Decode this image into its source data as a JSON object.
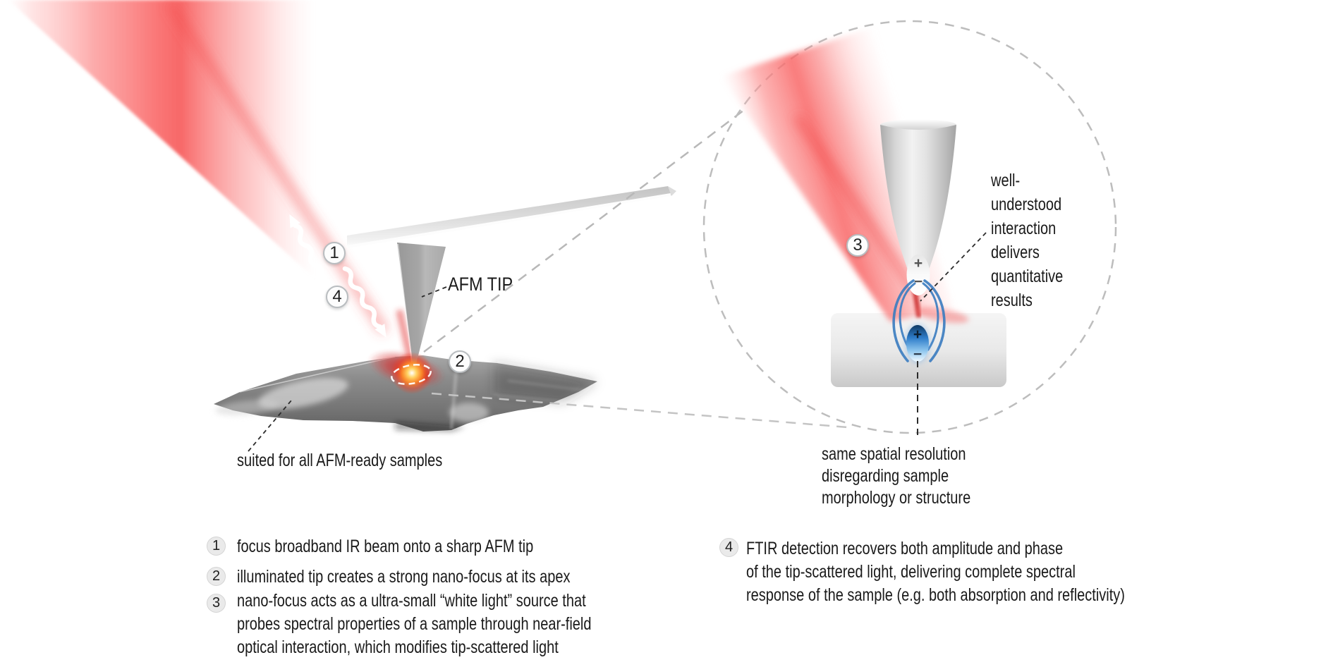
{
  "figure": {
    "afm_tip_label": "AFM TIP",
    "suited_caption": "suited for all AFM-ready samples",
    "well_caption": "well-\nunderstood\ninteraction\ndelivers\nquantitative\nresults",
    "same_caption": "same spatial resolution\ndisregarding sample\nmorphology or structure",
    "markers": {
      "beam_in": "1",
      "nano_focus": "2",
      "interaction": "3",
      "detection": "4"
    },
    "charges": {
      "plus": "+",
      "minus": "−"
    }
  },
  "legend": {
    "items": [
      {
        "num": "1",
        "text": "focus broadband IR beam onto a sharp AFM tip"
      },
      {
        "num": "2",
        "text": "illuminated tip creates a strong nano-focus at its apex"
      },
      {
        "num": "3",
        "text": "nano-focus acts as a ultra-small “white light” source that\nprobes spectral properties of a sample through near-field\noptical interaction, which modifies tip-scattered light"
      },
      {
        "num": "4",
        "text": "FTIR detection recovers both amplitude and phase\nof the tip-scattered light, delivering complete spectral\nresponse of the sample (e.g. both absorption and reflectivity)"
      }
    ]
  },
  "colors": {
    "beam_red": "#f87c7c",
    "field_blue": "#3a7cc0",
    "glow_orange": "#ff8c28",
    "text": "#1a1a1a",
    "dash_gray": "#b8b8b8"
  }
}
